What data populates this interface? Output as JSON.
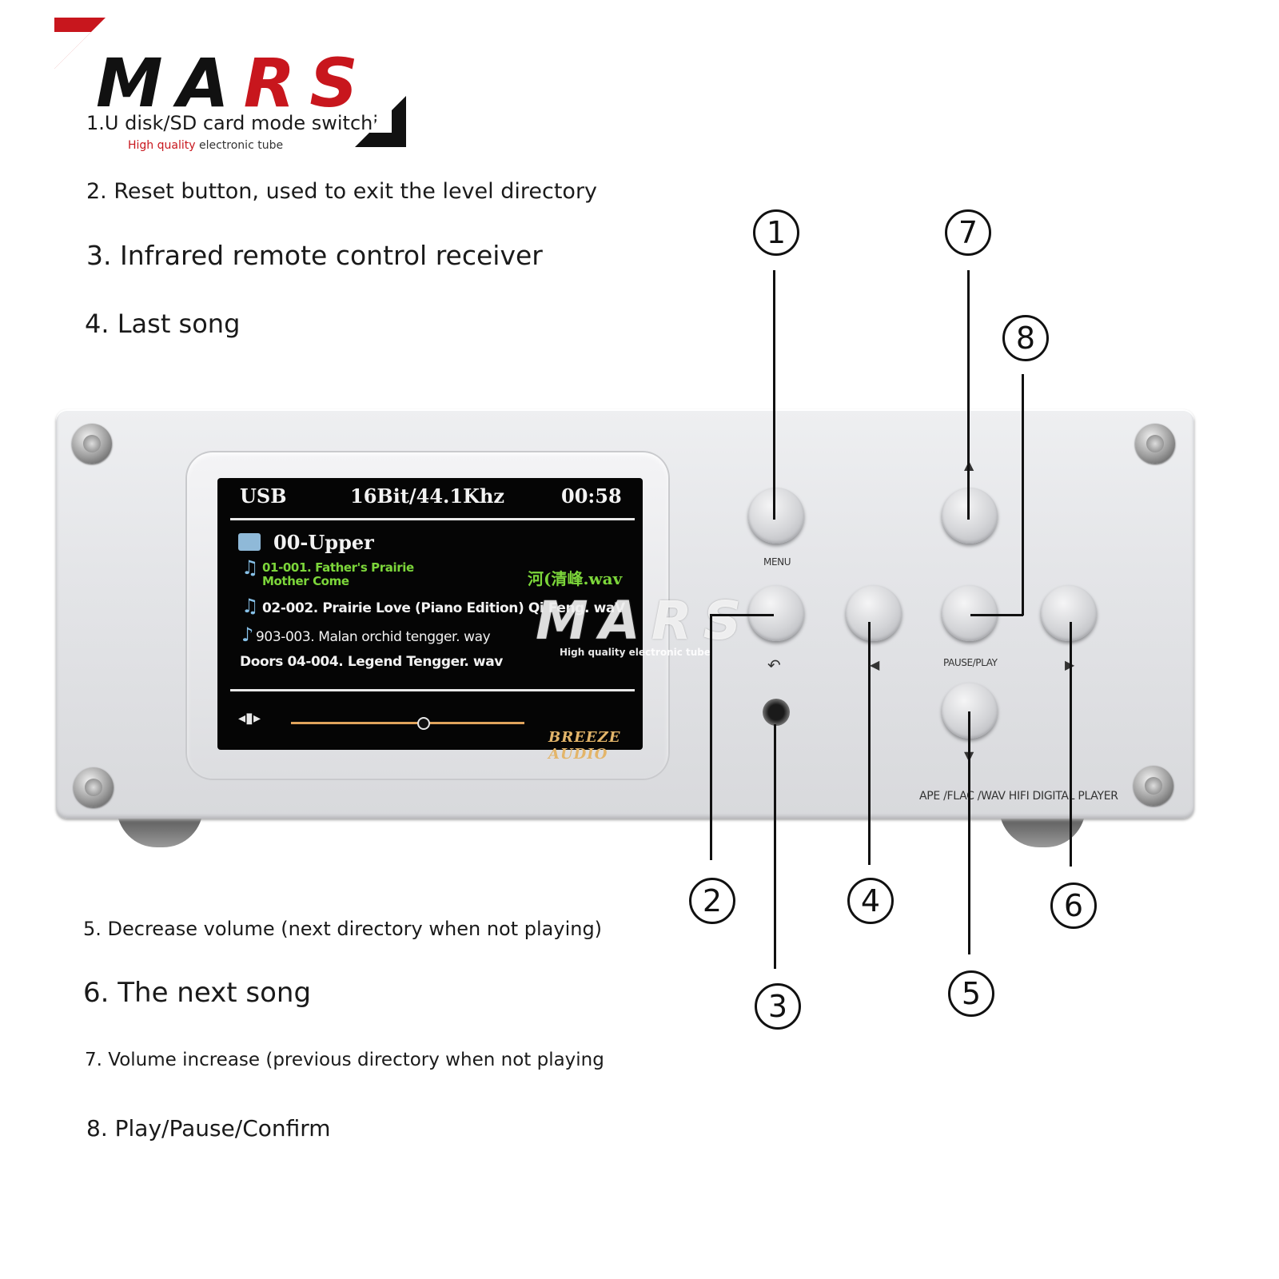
{
  "logo": {
    "word_a": "MA",
    "word_b": "RS",
    "tag_a": "High quality",
    "tag_b": "electronic tube"
  },
  "legend": [
    "1.U disk/SD card mode switching",
    "2. Reset button, used to exit the level directory",
    "3. Infrared remote control receiver",
    "4. Last song",
    "5. Decrease volume (next directory when not playing)",
    "6. The next song",
    "7. Volume increase (previous directory when not playing",
    "8. Play/Pause/Confirm"
  ],
  "screen": {
    "source": "USB",
    "format": "16Bit/44.1Khz",
    "time": "00:58",
    "folder": "00-Upper",
    "tracks": [
      "01-001. Father's Prairie Mother Come",
      "02-002. Prairie Love (Piano Edition) Qi Feng. waV",
      "903-003. Malan orchid tengger. way",
      "Doors 04-004. Legend Tengger. wav"
    ],
    "track1_overlay": "河(清峰.wav",
    "brand": "BREEZE AUDIO",
    "volume_level": 0.57
  },
  "watermark": {
    "word": "MARS",
    "tag": "High quality electronic tube"
  },
  "device": {
    "menu_label": "MENU",
    "play_label": "PAUSE/PLAY",
    "model": "APE /FLAC /WAV  HIFI  DIGITAL PLAYER"
  },
  "callouts": [
    "1",
    "2",
    "3",
    "4",
    "5",
    "6",
    "7",
    "8"
  ],
  "colors": {
    "brand_red": "#c8161d",
    "screen_green": "#7cd63a",
    "panel_silver": "#e4e5e8"
  }
}
